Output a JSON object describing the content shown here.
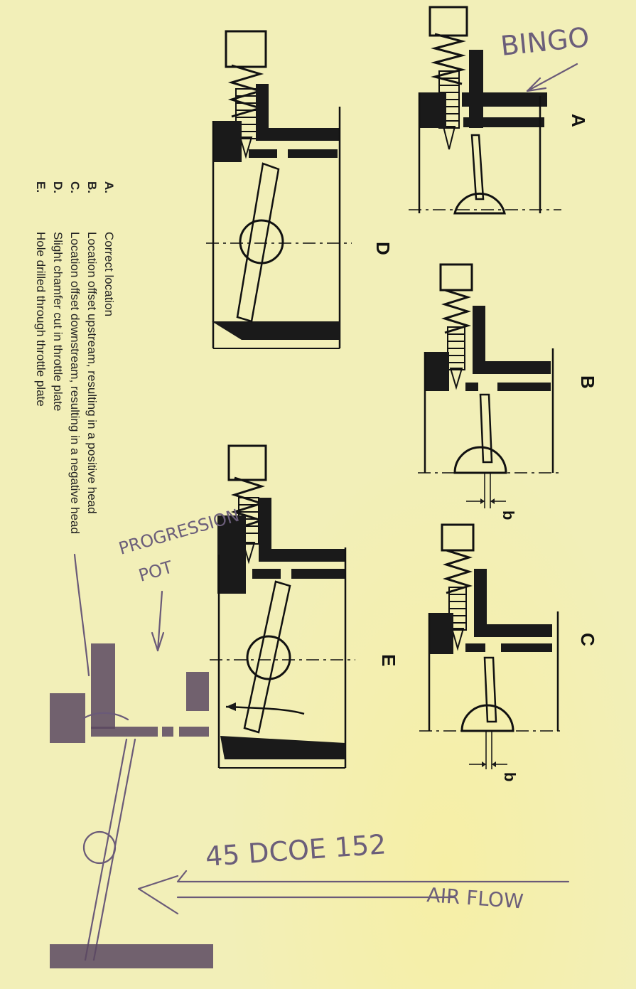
{
  "diagram_labels": {
    "a": "A",
    "b": "B",
    "c": "C",
    "d": "D",
    "e": "E",
    "dim_b": "b"
  },
  "caption": {
    "a": "A.",
    "a_text": "Correct location",
    "b": "B.",
    "b_text": "Location offset upstream, resulting in a positive head",
    "c": "C.",
    "c_text": "Location offset downstream, resulting in a negative head",
    "d": "D.",
    "d_text": "Slight chamfer cut in throttle plate",
    "e": "E.",
    "e_text": "Hole drilled through throttle plate"
  },
  "handwriting": {
    "bingo": "BINGO",
    "progression": "PROGRESSION",
    "pot": "POT",
    "model": "45 DCOE 152",
    "airflow": "AIR FLOW"
  }
}
